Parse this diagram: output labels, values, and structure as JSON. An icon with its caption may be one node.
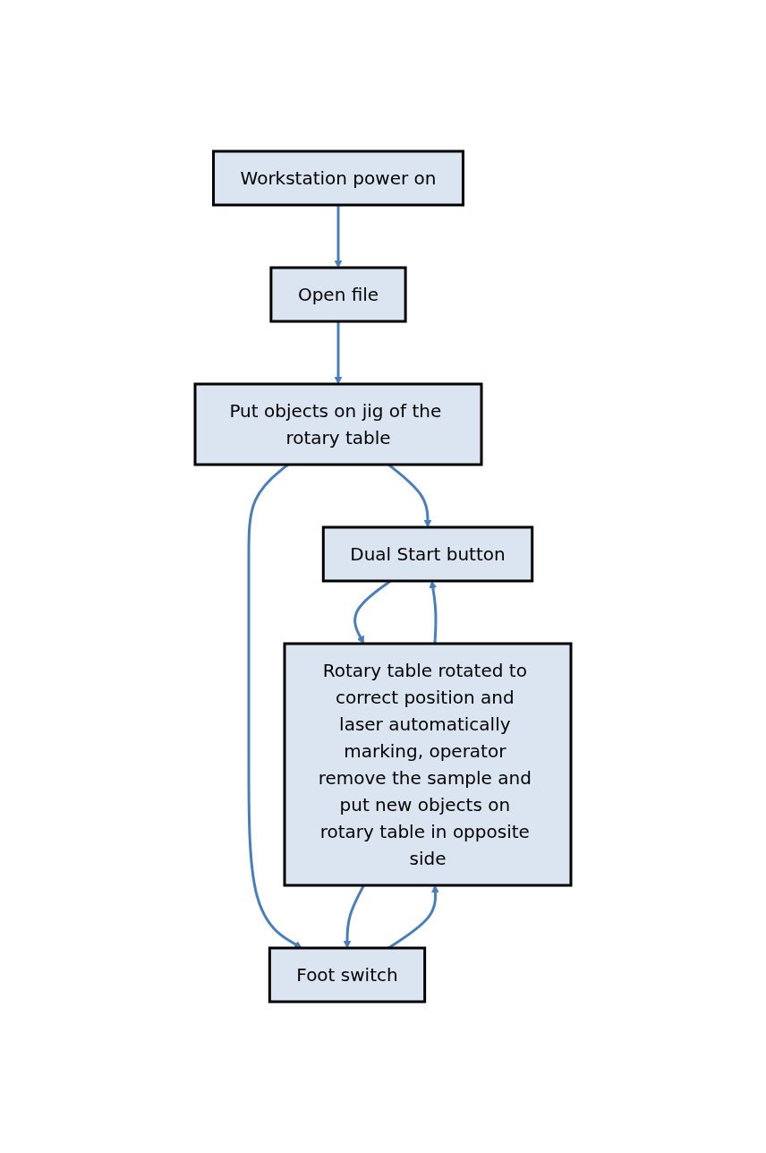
{
  "diagram": {
    "nodes": [
      {
        "text": [
          "Workstation power on"
        ]
      },
      {
        "text": [
          "Open file"
        ]
      },
      {
        "text": [
          "Put objects on jig of the rotary table"
        ]
      },
      {
        "text": [
          "Dual Start button"
        ]
      },
      {
        "text": [
          "Foot switch"
        ]
      },
      {
        "text": [
          "Rotary table rotated to correct position and laser automatically marking, operator remove the sample and put new objects on rotary table in opposite side"
        ]
      }
    ],
    "edges": [
      {
        "from": 0,
        "to": 1,
        "arrow": "to"
      },
      {
        "from": 1,
        "to": 2,
        "arrow": "to"
      },
      {
        "from": 2,
        "to": 3,
        "arrow": "to"
      },
      {
        "from": 2,
        "to": 4,
        "arrow": "to"
      },
      {
        "from": 3,
        "to": 5,
        "arrow": "to"
      },
      {
        "from": 4,
        "to": 5,
        "arrow": "to"
      },
      {
        "from": 5,
        "to": 3,
        "arrow": "to"
      },
      {
        "from": 5,
        "to": 4,
        "arrow": "to"
      }
    ]
  }
}
